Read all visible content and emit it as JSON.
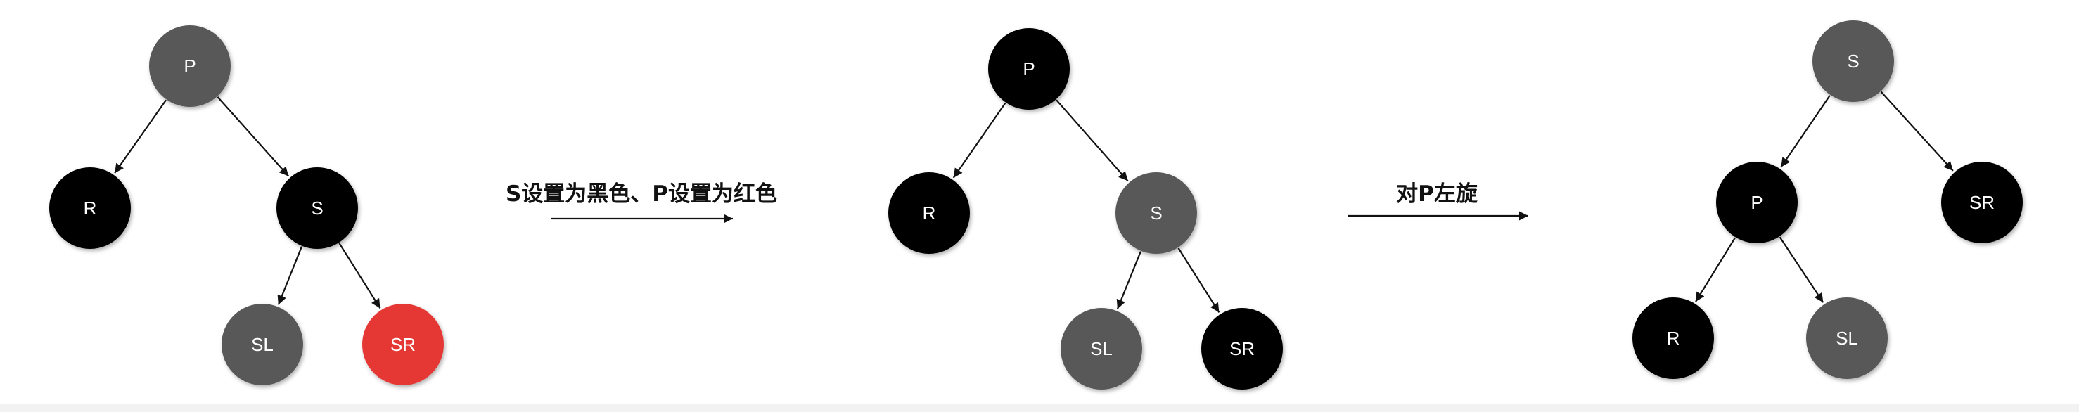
{
  "trees": [
    {
      "nodes": {
        "p": {
          "label": "P",
          "color": "#595959"
        },
        "r": {
          "label": "R",
          "color": "#000000"
        },
        "s": {
          "label": "S",
          "color": "#000000"
        },
        "sl": {
          "label": "SL",
          "color": "#595959"
        },
        "sr": {
          "label": "SR",
          "color": "#e53935"
        }
      }
    },
    {
      "nodes": {
        "p": {
          "label": "P",
          "color": "#000000"
        },
        "r": {
          "label": "R",
          "color": "#000000"
        },
        "s": {
          "label": "S",
          "color": "#595959"
        },
        "sl": {
          "label": "SL",
          "color": "#595959"
        },
        "sr": {
          "label": "SR",
          "color": "#000000"
        }
      }
    },
    {
      "nodes": {
        "s": {
          "label": "S",
          "color": "#595959"
        },
        "p": {
          "label": "P",
          "color": "#000000"
        },
        "sr": {
          "label": "SR",
          "color": "#000000"
        },
        "r": {
          "label": "R",
          "color": "#000000"
        },
        "sl": {
          "label": "SL",
          "color": "#595959"
        }
      }
    }
  ],
  "steps": [
    {
      "label": "S设置为黑色、P设置为红色"
    },
    {
      "label": "对P左旋"
    }
  ],
  "colors": {
    "edge": "#111111",
    "node_text": "#ffffff"
  }
}
